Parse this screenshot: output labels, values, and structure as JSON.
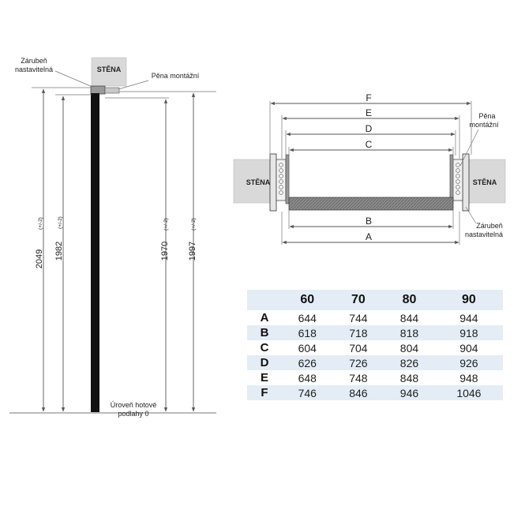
{
  "side_view": {
    "wall_label": "STĚNA",
    "frame_label_1": "Zárubeň",
    "frame_label_2": "nastavitelná",
    "foam_label": "Pěna montážní",
    "dim_2049": "2049",
    "dim_1982": "1982",
    "dim_1970": "1970",
    "dim_1997": "1997",
    "tolerance": "(+/-2)",
    "floor_label_1": "Úroveň hotové",
    "floor_label_2": "podlahy 0"
  },
  "plan_view": {
    "wall_left": "STĚNA",
    "wall_right": "STĚNA",
    "foam_label_1": "Pěna",
    "foam_label_2": "montážní",
    "frame_label_1": "Zárubeň",
    "frame_label_2": "nastavitelná",
    "dim_letters": [
      "F",
      "E",
      "D",
      "C",
      "B",
      "A"
    ]
  },
  "table": {
    "headers": [
      "",
      "60",
      "70",
      "80",
      "90"
    ],
    "rows": [
      {
        "label": "A",
        "values": [
          "644",
          "744",
          "844",
          "944"
        ]
      },
      {
        "label": "B",
        "values": [
          "618",
          "718",
          "818",
          "918"
        ]
      },
      {
        "label": "C",
        "values": [
          "604",
          "704",
          "804",
          "904"
        ]
      },
      {
        "label": "D",
        "values": [
          "626",
          "726",
          "826",
          "926"
        ]
      },
      {
        "label": "E",
        "values": [
          "648",
          "748",
          "848",
          "948"
        ]
      },
      {
        "label": "F",
        "values": [
          "746",
          "846",
          "946",
          "1046"
        ]
      }
    ]
  },
  "colors": {
    "door_leaf": "#111111",
    "wall_fill": "#d9d9d9",
    "table_shade": "#e4ecf5"
  }
}
